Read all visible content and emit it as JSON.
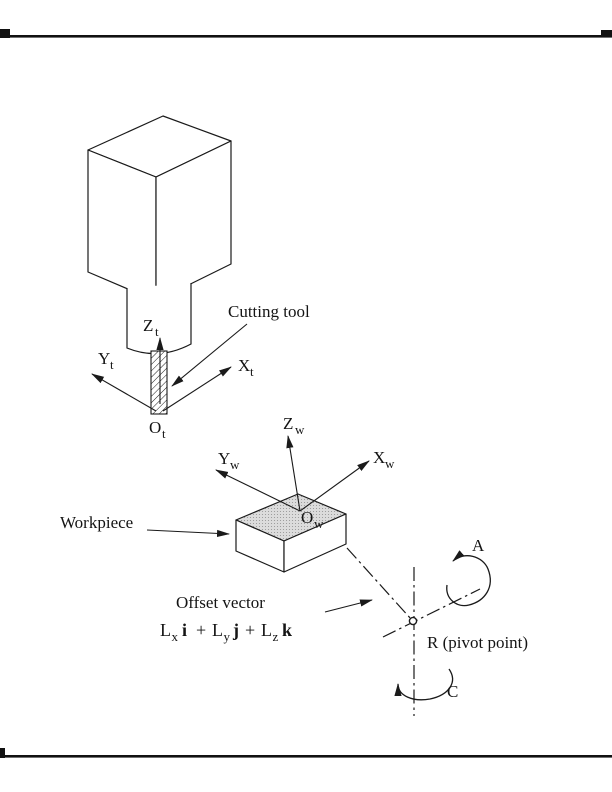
{
  "colors": {
    "ink": "#1a1a1a",
    "paper": "#ffffff",
    "workpiece_top_shade": "#dcdcdc"
  },
  "labels": {
    "cutting_tool": "Cutting tool",
    "workpiece": "Workpiece",
    "offset_vector": "Offset vector",
    "pivot_point": "R (pivot point)",
    "axis_a": "A",
    "axis_c": "C"
  },
  "tool_frame": {
    "z_main": "Z",
    "z_sub": "t",
    "y_main": "Y",
    "y_sub": "t",
    "x_main": "X",
    "x_sub": "t",
    "o_main": "O",
    "o_sub": "t"
  },
  "work_frame": {
    "z_main": "Z",
    "z_sub": "w",
    "y_main": "Y",
    "y_sub": "w",
    "x_main": "X",
    "x_sub": "w",
    "o_main": "O",
    "o_sub": "w"
  },
  "formula": {
    "l1": "L",
    "sub1": "x",
    "vec1": "i",
    "plus1": "+",
    "l2": "L",
    "sub2": "y",
    "vec2": "j",
    "plus2": "+",
    "l3": "L",
    "sub3": "z",
    "vec3": "k"
  }
}
